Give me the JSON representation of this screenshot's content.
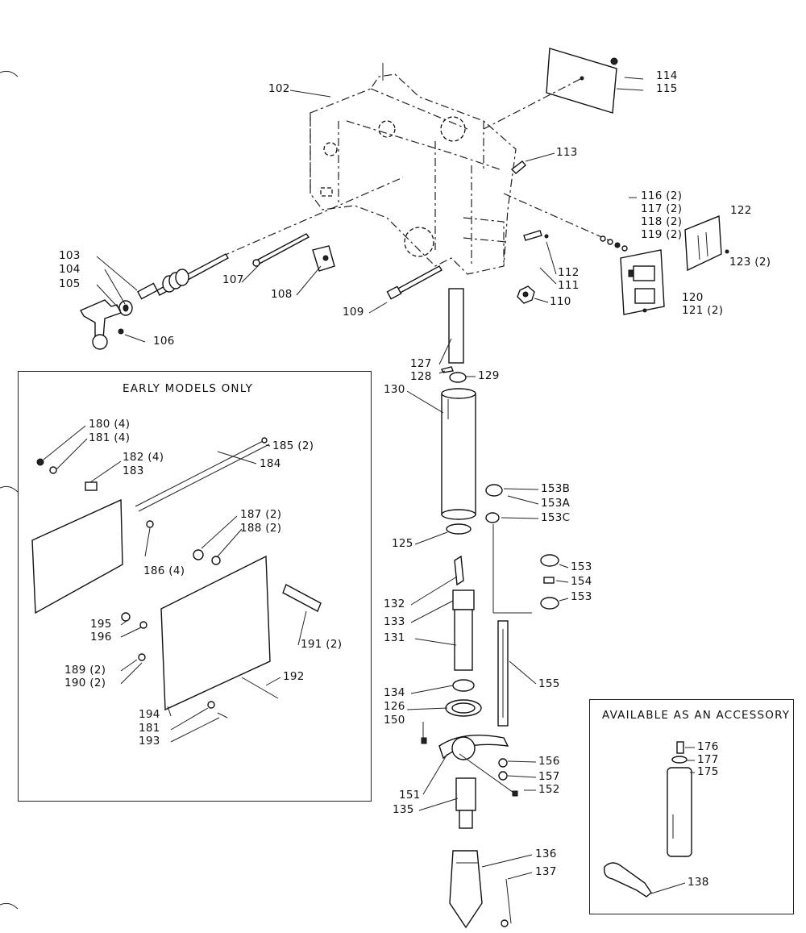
{
  "boxes": {
    "early_models": {
      "title": "EARLY MODELS ONLY"
    },
    "accessory": {
      "title": "AVAILABLE AS AN ACCESSORY"
    }
  },
  "callouts": [
    "102",
    "103",
    "104",
    "105",
    "106",
    "107",
    "108",
    "109",
    "110",
    "111",
    "112",
    "113",
    "114",
    "115",
    "116 (2)",
    "117 (2)",
    "118 (2)",
    "119 (2)",
    "120",
    "121 (2)",
    "122",
    "123 (2)",
    "127",
    "128",
    "129",
    "130",
    "125",
    "132",
    "133",
    "131",
    "134",
    "126",
    "150",
    "151",
    "135",
    "136",
    "137",
    "152",
    "156",
    "157",
    "155",
    "153B",
    "153A",
    "153C",
    "153",
    "154",
    "153",
    "180 (4)",
    "181 (4)",
    "182 (4)",
    "183",
    "184",
    "185 (2)",
    "186 (4)",
    "187 (2)",
    "188 (2)",
    "191 (2)",
    "192",
    "195",
    "196",
    "189 (2)",
    "190 (2)",
    "194",
    "181",
    "193",
    "176",
    "177",
    "175",
    "138"
  ]
}
